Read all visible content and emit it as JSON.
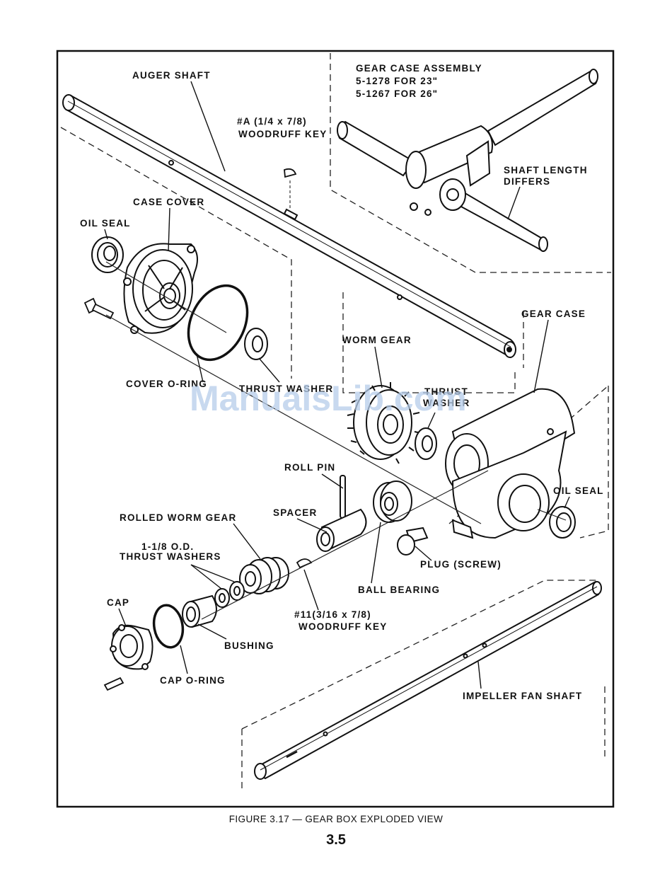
{
  "labels": {
    "auger_shaft": "AUGER SHAFT",
    "key_a_1": "#A (1/4 x 7/8)",
    "key_a_2": "WOODRUFF KEY",
    "gear_case_assembly_1": "GEAR CASE ASSEMBLY",
    "gear_case_assembly_2": "5-1278 FOR 23\"",
    "gear_case_assembly_3": "5-1267 FOR 26\"",
    "shaft_length_1": "SHAFT LENGTH",
    "shaft_length_2": "DIFFERS",
    "case_cover": "CASE COVER",
    "oil_seal_top": "OIL SEAL",
    "gear_case": "GEAR CASE",
    "worm_gear": "WORM GEAR",
    "cover_o_ring": "COVER O-RING",
    "thrust_washer_left": "THRUST WASHER",
    "thrust_washer_right_1": "THRUST",
    "thrust_washer_right_2": "WASHER",
    "roll_pin": "ROLL PIN",
    "oil_seal_right": "OIL SEAL",
    "rolled_worm_gear": "ROLLED WORM GEAR",
    "spacer": "SPACER",
    "thrust_washers_1": "1-1/8 O.D.",
    "thrust_washers_2": "THRUST WASHERS",
    "plug": "PLUG (SCREW)",
    "ball_bearing": "BALL BEARING",
    "cap": "CAP",
    "key_11_1": "#11(3/16 x 7/8)",
    "key_11_2": "WOODRUFF KEY",
    "bushing": "BUSHING",
    "cap_o_ring": "CAP O-RING",
    "impeller_fan_shaft": "IMPELLER FAN SHAFT"
  },
  "watermark": "ManualsLib.com",
  "caption": "FIGURE 3.17 — GEAR BOX EXPLODED VIEW",
  "page_number": "3.5"
}
